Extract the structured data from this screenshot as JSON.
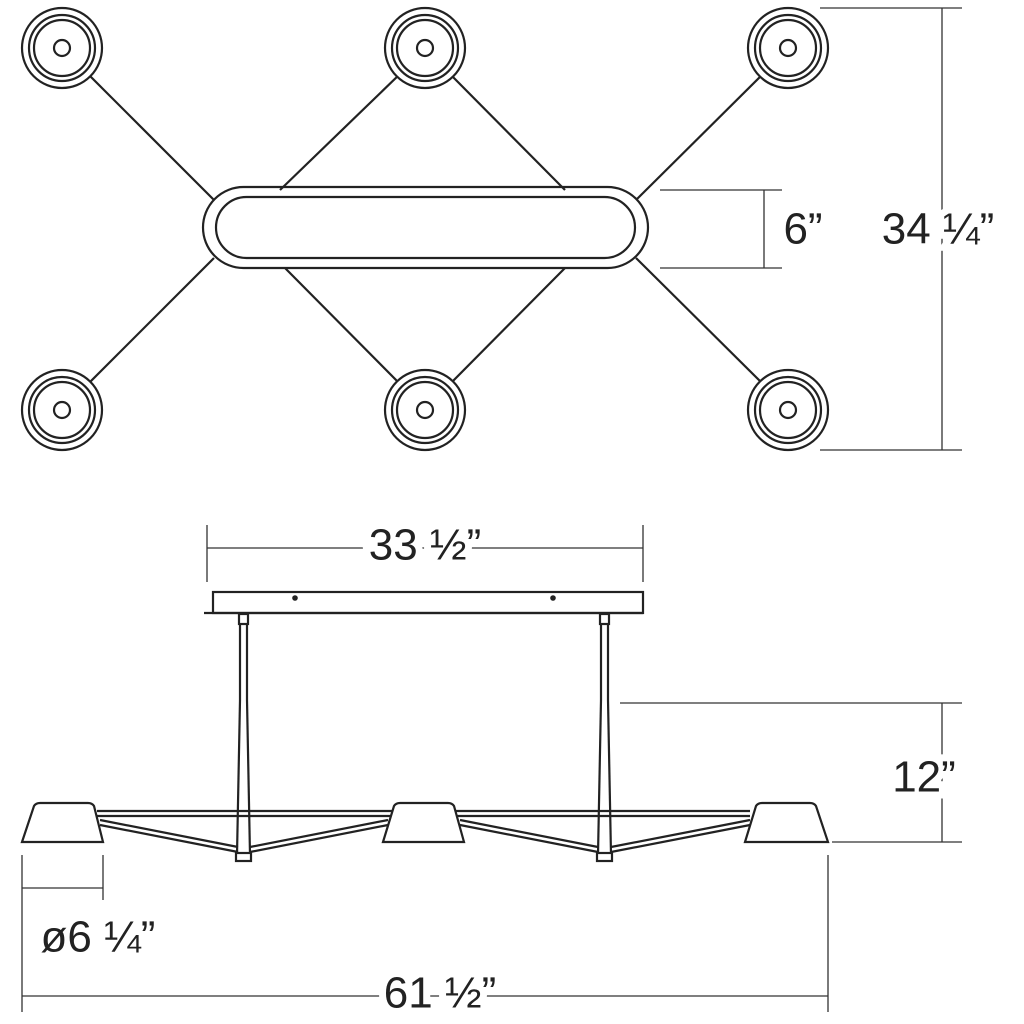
{
  "top_view": {
    "dimensions": {
      "canopy_height": "6”",
      "overall_depth": "34 ¼”"
    }
  },
  "side_view": {
    "dimensions": {
      "canopy_width": "33 ½”",
      "drop_height": "12”",
      "shade_diameter": "ø6 ¼”",
      "overall_width": "61 ½”"
    }
  }
}
